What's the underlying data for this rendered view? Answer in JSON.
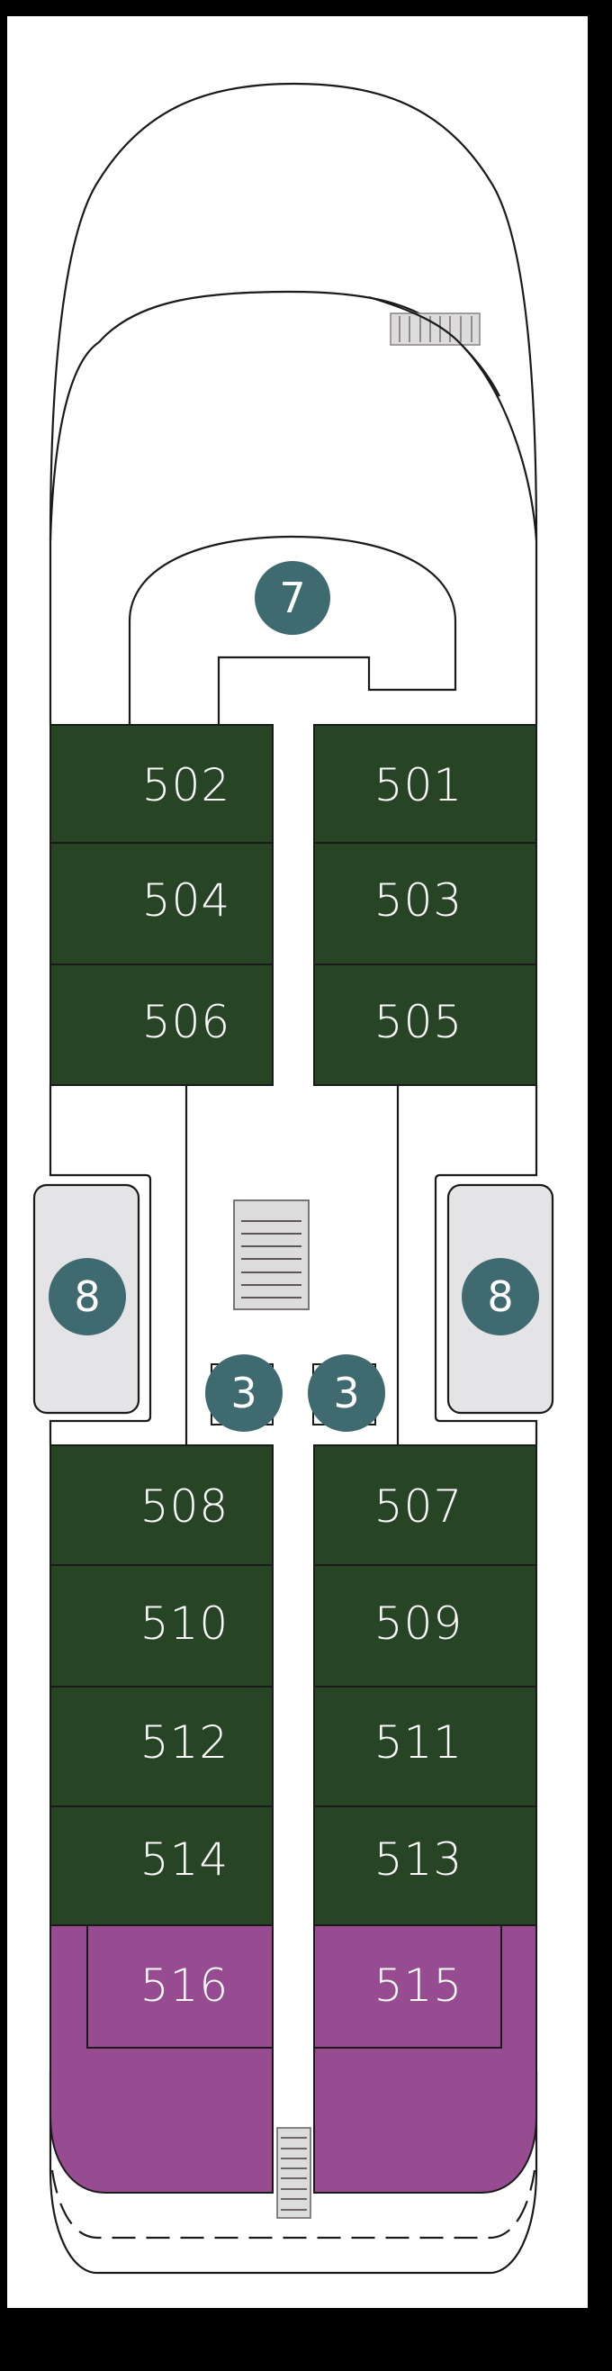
{
  "deck_plan": {
    "colors": {
      "background": "#000000",
      "canvas": "#ffffff",
      "outline": "#1a1a1a",
      "cabin_standard": "#274424",
      "cabin_suite": "#974c92",
      "badge": "#3e6a70",
      "lifeboat": "#e4e4e6",
      "stairs_fill": "#dcdcdc",
      "stairs_line": "#7d7474"
    },
    "cabins": {
      "port": [
        {
          "number": "502",
          "category": "standard"
        },
        {
          "number": "504",
          "category": "standard"
        },
        {
          "number": "506",
          "category": "standard"
        },
        {
          "number": "508",
          "category": "standard"
        },
        {
          "number": "510",
          "category": "standard"
        },
        {
          "number": "512",
          "category": "standard"
        },
        {
          "number": "514",
          "category": "standard"
        },
        {
          "number": "516",
          "category": "suite"
        }
      ],
      "starboard": [
        {
          "number": "501",
          "category": "standard"
        },
        {
          "number": "503",
          "category": "standard"
        },
        {
          "number": "505",
          "category": "standard"
        },
        {
          "number": "507",
          "category": "standard"
        },
        {
          "number": "509",
          "category": "standard"
        },
        {
          "number": "511",
          "category": "standard"
        },
        {
          "number": "513",
          "category": "standard"
        },
        {
          "number": "515",
          "category": "suite"
        }
      ]
    },
    "markers": [
      {
        "id": "lounge",
        "label": "7"
      },
      {
        "id": "lifeboat-port",
        "label": "8"
      },
      {
        "id": "lifeboat-starboard",
        "label": "8"
      },
      {
        "id": "elevator-port",
        "label": "3"
      },
      {
        "id": "elevator-starboard",
        "label": "3"
      }
    ],
    "icons": {
      "bow_grate": "grate-icon",
      "center_stairs": "stairs-icon",
      "stern_stairs": "stairs-icon"
    }
  }
}
